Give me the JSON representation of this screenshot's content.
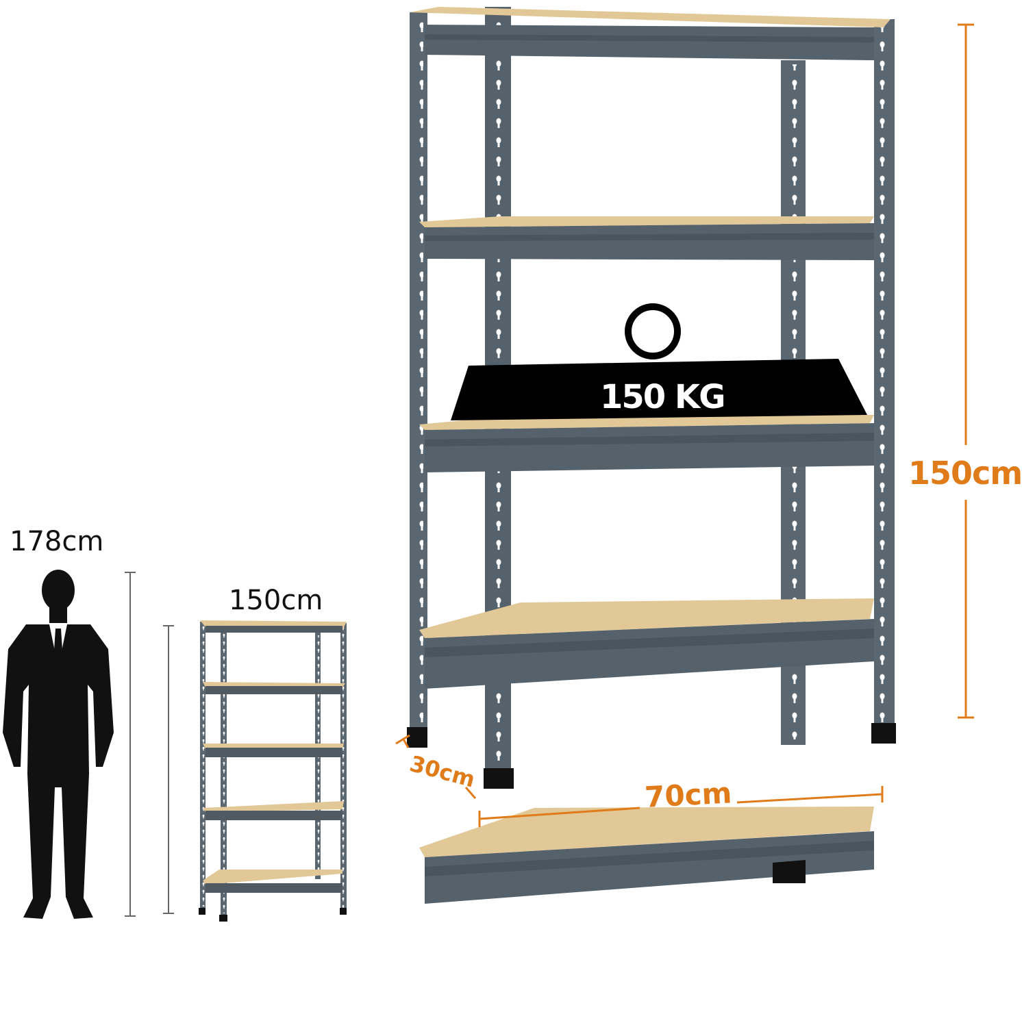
{
  "person": {
    "height_label": "178cm",
    "icon": "person-silhouette-icon"
  },
  "small_shelf": {
    "height_label": "150cm"
  },
  "main_shelf": {
    "height_label": "150cm",
    "width_label": "70cm",
    "depth_label": "30cm",
    "load_label": "150 KG",
    "shelf_count": 5
  },
  "colors": {
    "frame": "#5a6670",
    "frame_dark": "#3f4a52",
    "board": "#e2c896",
    "accent": "#e07b1a",
    "ink": "#111111"
  }
}
